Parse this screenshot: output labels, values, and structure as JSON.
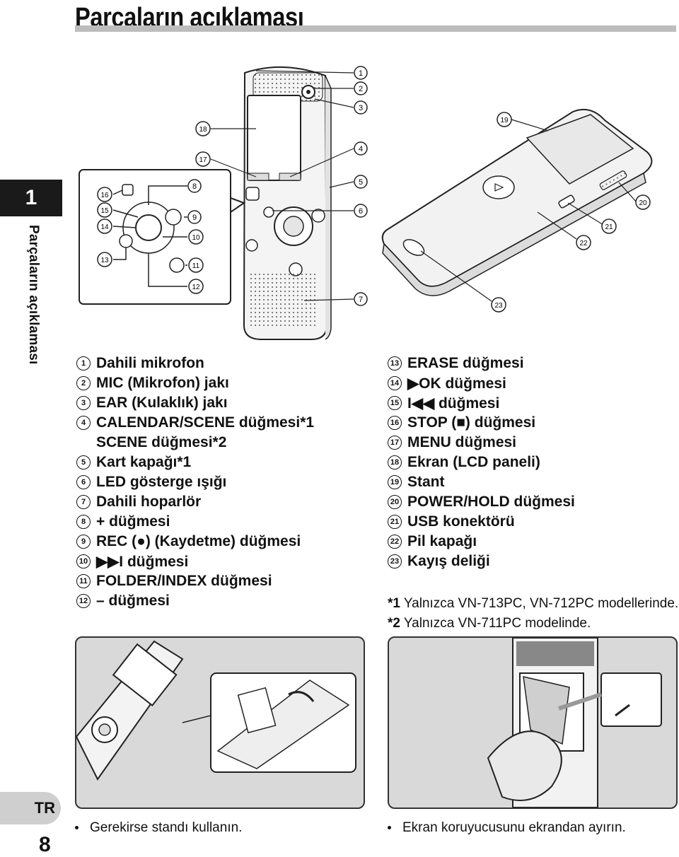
{
  "header": {
    "title": "Parçaların açıklaması"
  },
  "side": {
    "chapter": "1",
    "label": "Parçaların açıklaması",
    "lang": "TR",
    "page": "8"
  },
  "callouts": {
    "n1": "1",
    "n2": "2",
    "n3": "3",
    "n4": "4",
    "n5": "5",
    "n6": "6",
    "n7": "7",
    "n8": "8",
    "n9": "9",
    "n10": "10",
    "n11": "11",
    "n12": "12",
    "n13": "13",
    "n14": "14",
    "n15": "15",
    "n16": "16",
    "n17": "17",
    "n18": "18",
    "n19": "19",
    "n20": "20",
    "n21": "21",
    "n22": "22",
    "n23": "23"
  },
  "parts_left": [
    {
      "num": "1",
      "label": "Dahili mikrofon"
    },
    {
      "num": "2",
      "label": "MIC (Mikrofon) jakı"
    },
    {
      "num": "3",
      "label": "EAR (Kulaklık) jakı"
    },
    {
      "num": "4",
      "label": "CALENDAR/SCENE düğmesi*1"
    },
    {
      "num": "",
      "label": "SCENE düğmesi*2"
    },
    {
      "num": "5",
      "label": "Kart kapağı*1"
    },
    {
      "num": "6",
      "label": "LED gösterge ışığı"
    },
    {
      "num": "7",
      "label": "Dahili hoparlör"
    },
    {
      "num": "8",
      "label": "+ düğmesi"
    },
    {
      "num": "9",
      "label": "REC (●) (Kaydetme) düğmesi"
    },
    {
      "num": "10",
      "label": "▶▶I düğmesi"
    },
    {
      "num": "11",
      "label": "FOLDER/INDEX düğmesi"
    },
    {
      "num": "12",
      "label": "– düğmesi"
    }
  ],
  "parts_right": [
    {
      "num": "13",
      "label": "ERASE düğmesi"
    },
    {
      "num": "14",
      "label": "▶OK düğmesi"
    },
    {
      "num": "15",
      "label": "I◀◀ düğmesi"
    },
    {
      "num": "16",
      "label": "STOP (■) düğmesi"
    },
    {
      "num": "17",
      "label": "MENU düğmesi"
    },
    {
      "num": "18",
      "label": "Ekran (LCD paneli)"
    },
    {
      "num": "19",
      "label": "Stant"
    },
    {
      "num": "20",
      "label": "POWER/HOLD düğmesi"
    },
    {
      "num": "21",
      "label": "USB konektörü"
    },
    {
      "num": "22",
      "label": "Pil kapağı"
    },
    {
      "num": "23",
      "label": "Kayış deliği"
    }
  ],
  "notes": {
    "n1_mark": "*1",
    "n1_text": "Yalnızca VN-713PC, VN-712PC modellerinde.",
    "n2_mark": "*2",
    "n2_text": "Yalnızca VN-711PC modelinde."
  },
  "captions": {
    "stand": "Gerekirse standı kullanın.",
    "screen": "Ekran koruyucusunu ekrandan ayırın."
  }
}
